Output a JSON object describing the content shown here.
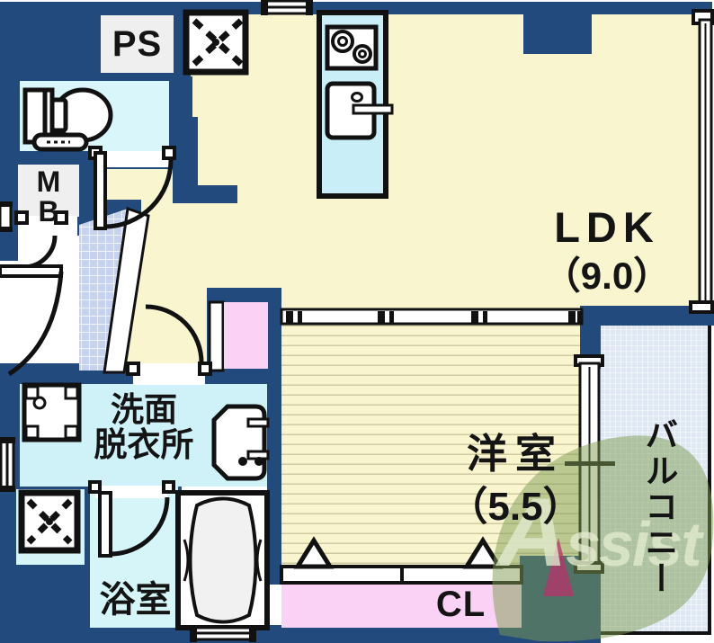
{
  "plan_title": "1LDK floor plan",
  "rooms": {
    "ldk": {
      "label": "LDK",
      "size": "（9.0）"
    },
    "western_room": {
      "label": "洋室",
      "size": "（5.5）"
    },
    "washroom": {
      "line1": "洗面",
      "line2": "脱衣所"
    },
    "bathroom": {
      "label": "浴室"
    },
    "balcony": {
      "label": "バルコニー"
    },
    "closet": {
      "label": "CL"
    },
    "pipe_space": {
      "label": "PS"
    },
    "meter_box_m": "M",
    "meter_box_b": "B"
  },
  "watermark": {
    "brand_initial": "A",
    "brand_rest": "ssist"
  },
  "colors": {
    "wall_navy": "#234a7d",
    "floor_yellow": "#f8f5cf",
    "stripe_line": "#cfcaa2",
    "room_cyan": "#cff2f8",
    "entrance_tile": "#c7d3ee",
    "balcony_blue": "#dde8f4",
    "closet_pink": "#fad2f5",
    "service_gray": "#efefef",
    "line_black": "#111111",
    "watermark_green": "#7d9b52",
    "watermark_red": "#b8326a"
  },
  "icons": [
    "vent-fan-icon",
    "toilet-icon",
    "kitchen-stove-icon",
    "kitchen-sink-icon",
    "washing-machine-icon",
    "washbasin-icon",
    "bathtub-icon",
    "door-swing-icon",
    "sliding-window-icon",
    "closet-door-icon"
  ]
}
